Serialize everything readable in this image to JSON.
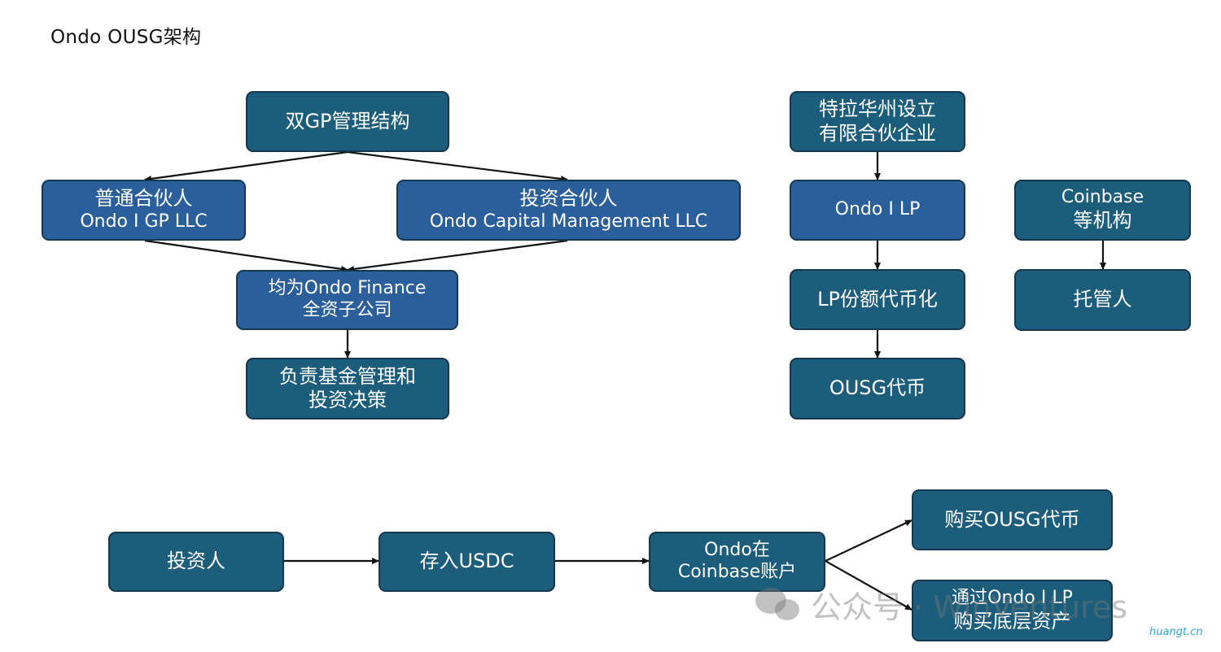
{
  "title": "Ondo OUSG架构",
  "gp_structure": {
    "top": "双GP管理结构",
    "general_partner": {
      "line1": "普通合伙人",
      "line2": "Ondo I GP LLC"
    },
    "investment_partner": {
      "line1": "投资合伙人",
      "line2": "Ondo Capital Management LLC"
    },
    "subsidiary": {
      "line1": "均为Ondo Finance",
      "line2": "全资子公司"
    },
    "responsibility": {
      "line1": "负责基金管理和",
      "line2": "投资决策"
    }
  },
  "lp_chain": {
    "entity": {
      "line1": "特拉华州设立",
      "line2": "有限合伙企业"
    },
    "lp": "Ondo I LP",
    "tokenize": "LP份额代币化",
    "token": "OUSG代币"
  },
  "custody": {
    "institution": {
      "line1": "Coinbase",
      "line2": "等机构"
    },
    "custodian": "托管人"
  },
  "flow": {
    "investor": "投资人",
    "deposit": "存入USDC",
    "account": {
      "line1": "Ondo在",
      "line2": "Coinbase账户"
    },
    "buy_token": "购买OUSG代币",
    "buy_assets": {
      "line1": "通过Ondo I LP",
      "line2": "购买底层资产"
    }
  },
  "watermark": {
    "text": "公众号 · WinVentures",
    "site": "huangt.cn"
  },
  "colors": {
    "box_dark": "#1b5d7b",
    "box_mid": "#2a5f9c",
    "border": "#16384e",
    "arrow": "#111111"
  }
}
